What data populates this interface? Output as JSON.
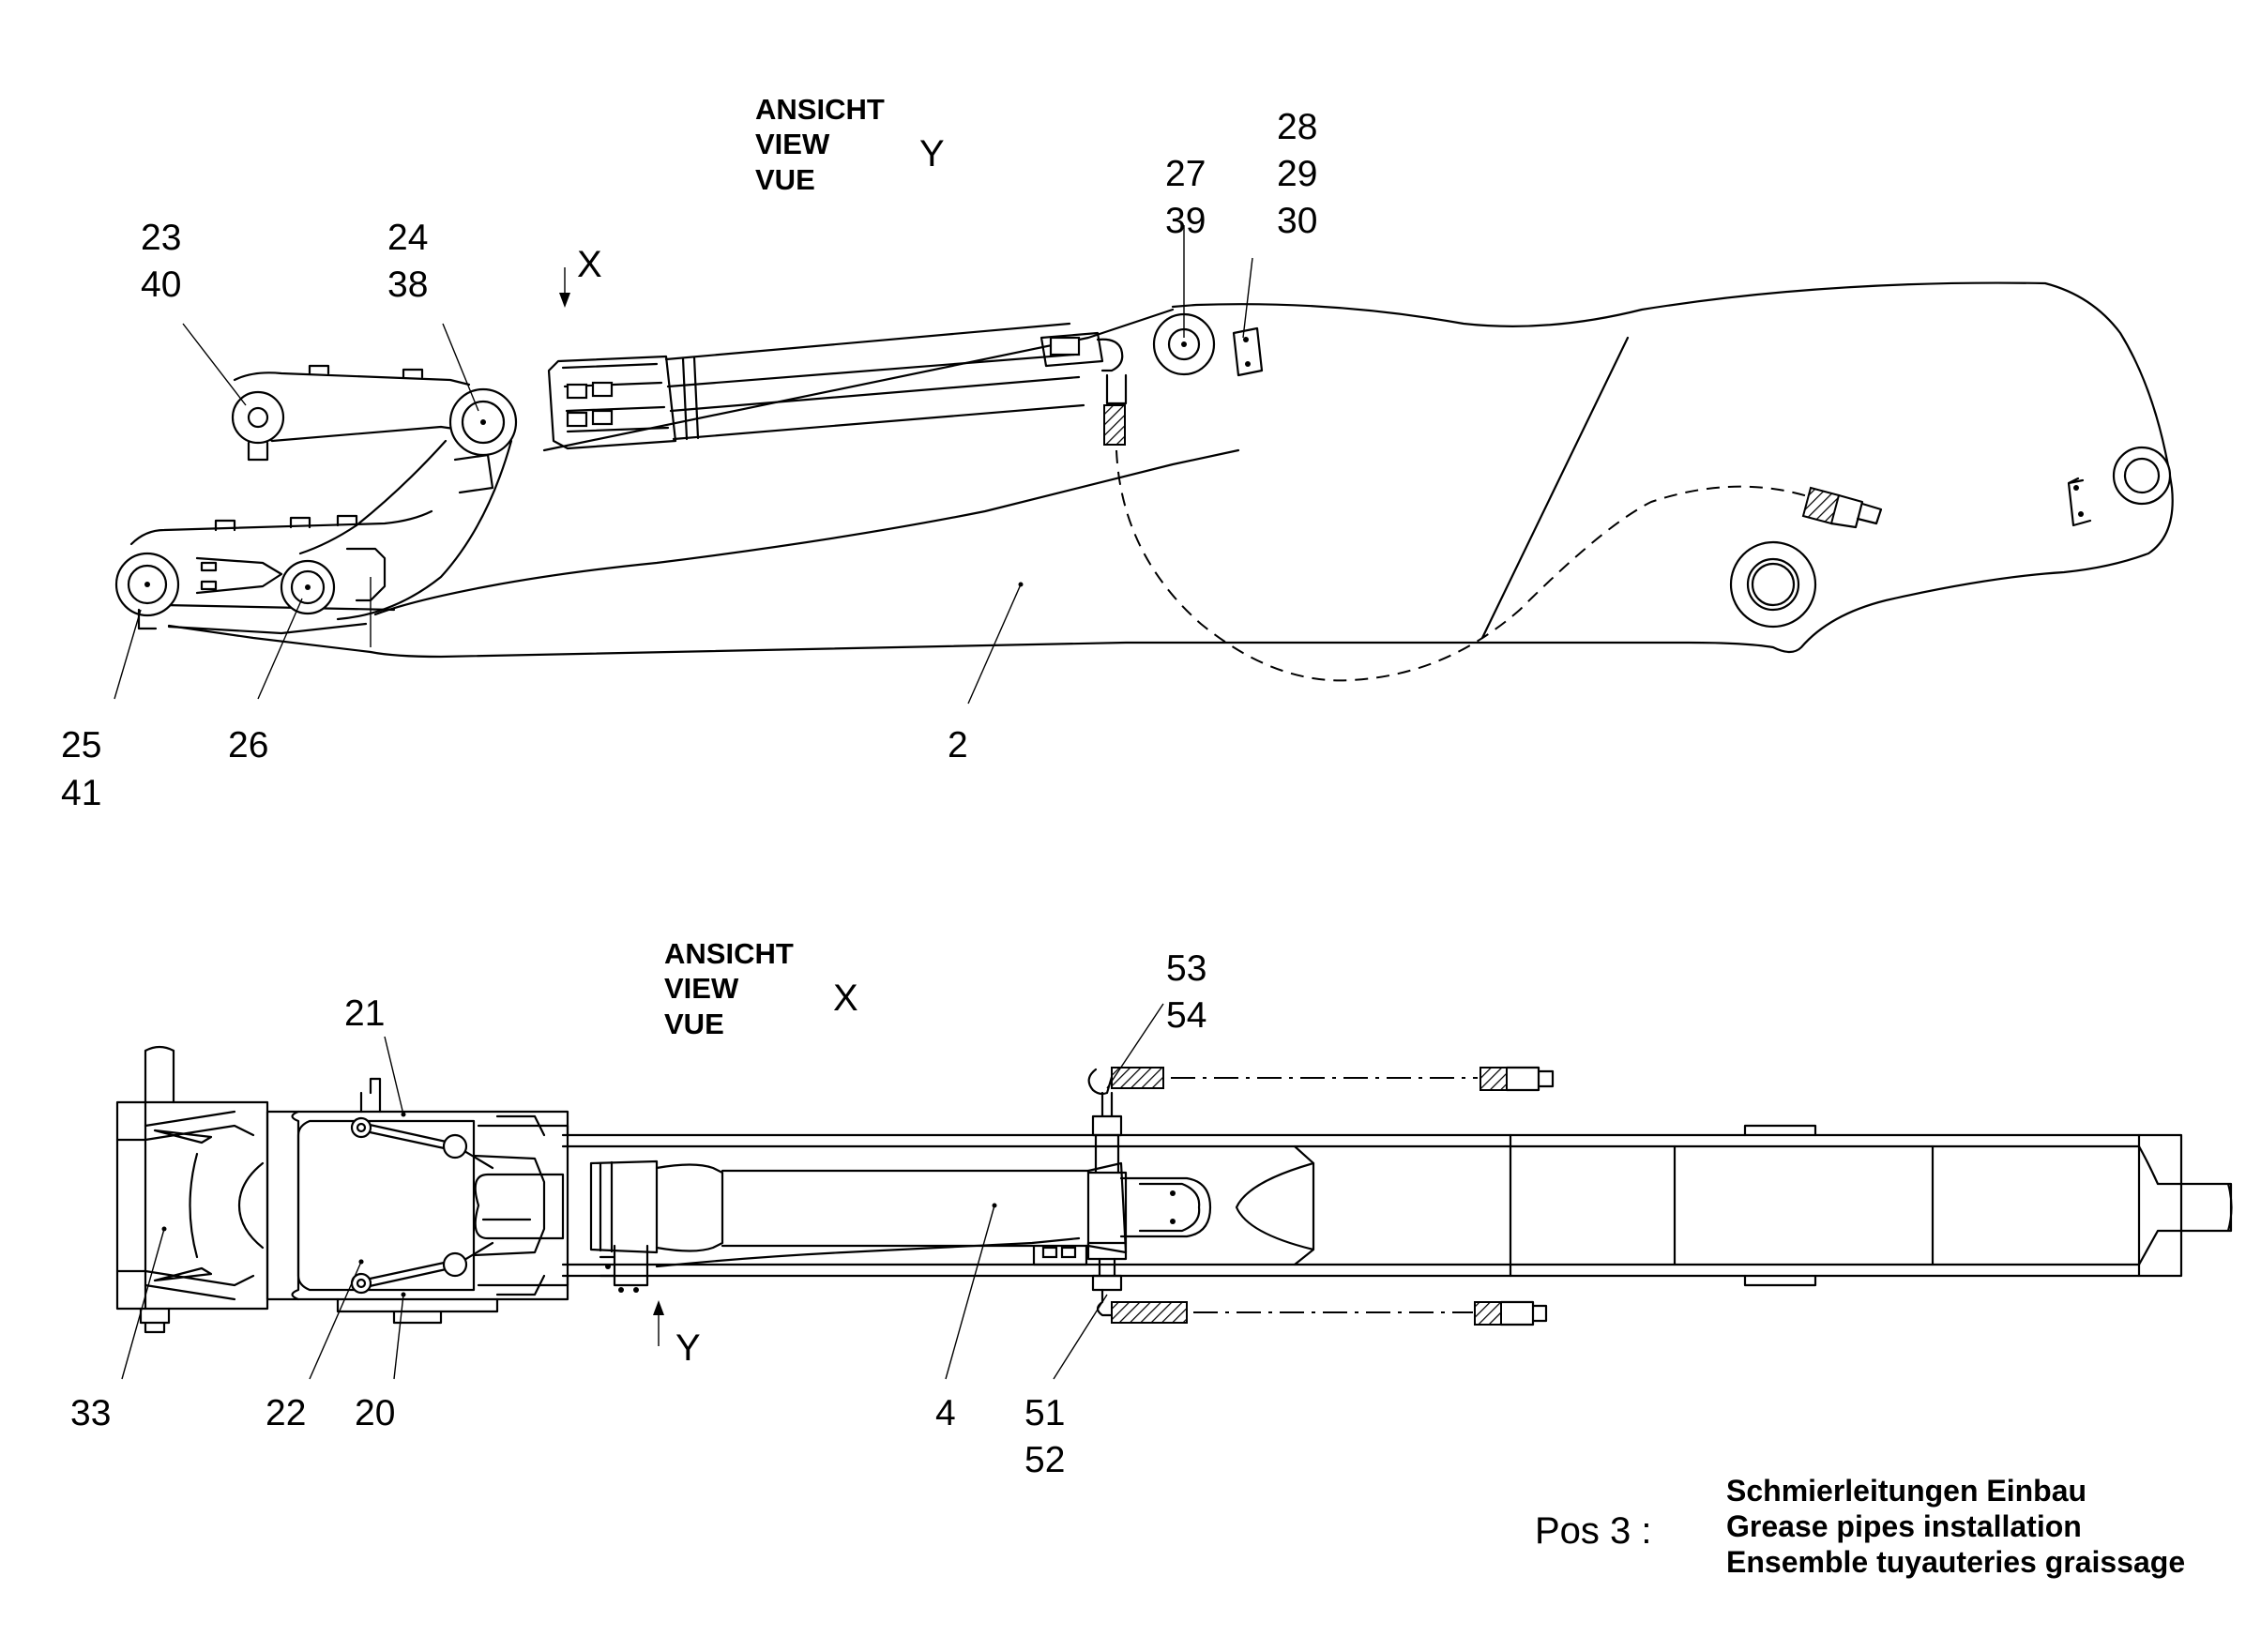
{
  "views": {
    "y": {
      "line1": "ANSICHT",
      "line2": "VIEW",
      "line3": "VUE",
      "letter": "Y"
    },
    "x": {
      "line1": "ANSICHT",
      "line2": "VIEW",
      "line3": "VUE",
      "letter": "X"
    }
  },
  "arrows": {
    "x_marker": "X",
    "y_marker": "Y"
  },
  "callouts": {
    "c23": "23",
    "c40": "40",
    "c24": "24",
    "c38": "38",
    "c27": "27",
    "c39": "39",
    "c28": "28",
    "c29": "29",
    "c30": "30",
    "c25": "25",
    "c41": "41",
    "c26": "26",
    "c2": "2",
    "c21": "21",
    "c53": "53",
    "c54": "54",
    "c33": "33",
    "c22": "22",
    "c20": "20",
    "c4": "4",
    "c51": "51",
    "c52": "52"
  },
  "caption": {
    "pos": "Pos 3 :",
    "de": "Schmierleitungen Einbau",
    "en": "Grease pipes installation",
    "fr": "Ensemble tuyauteries graissage"
  }
}
